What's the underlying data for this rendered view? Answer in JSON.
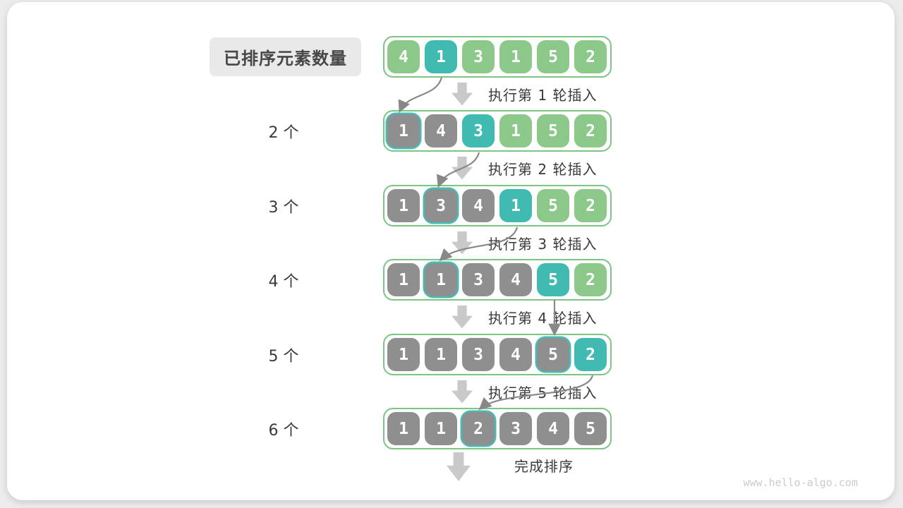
{
  "diagram": {
    "title_label": "已排序元素数量",
    "watermark": "www.hello-algo.com",
    "final_caption": "完成排序",
    "captions": [
      "执行第 1 轮插入",
      "执行第 2 轮插入",
      "执行第 3 轮插入",
      "执行第 4 轮插入",
      "执行第 5 轮插入"
    ],
    "rows": [
      {
        "label": "",
        "cells": [
          {
            "value": "4",
            "state": "green"
          },
          {
            "value": "1",
            "state": "teal"
          },
          {
            "value": "3",
            "state": "green"
          },
          {
            "value": "1",
            "state": "green"
          },
          {
            "value": "5",
            "state": "green"
          },
          {
            "value": "2",
            "state": "green"
          }
        ]
      },
      {
        "label": "2 个",
        "cells": [
          {
            "value": "1",
            "state": "gray inserted"
          },
          {
            "value": "4",
            "state": "gray"
          },
          {
            "value": "3",
            "state": "teal"
          },
          {
            "value": "1",
            "state": "green"
          },
          {
            "value": "5",
            "state": "green"
          },
          {
            "value": "2",
            "state": "green"
          }
        ]
      },
      {
        "label": "3 个",
        "cells": [
          {
            "value": "1",
            "state": "gray"
          },
          {
            "value": "3",
            "state": "gray inserted"
          },
          {
            "value": "4",
            "state": "gray"
          },
          {
            "value": "1",
            "state": "teal"
          },
          {
            "value": "5",
            "state": "green"
          },
          {
            "value": "2",
            "state": "green"
          }
        ]
      },
      {
        "label": "4 个",
        "cells": [
          {
            "value": "1",
            "state": "gray"
          },
          {
            "value": "1",
            "state": "gray inserted"
          },
          {
            "value": "3",
            "state": "gray"
          },
          {
            "value": "4",
            "state": "gray"
          },
          {
            "value": "5",
            "state": "teal"
          },
          {
            "value": "2",
            "state": "green"
          }
        ]
      },
      {
        "label": "5 个",
        "cells": [
          {
            "value": "1",
            "state": "gray"
          },
          {
            "value": "1",
            "state": "gray"
          },
          {
            "value": "3",
            "state": "gray"
          },
          {
            "value": "4",
            "state": "gray"
          },
          {
            "value": "5",
            "state": "gray inserted"
          },
          {
            "value": "2",
            "state": "teal"
          }
        ]
      },
      {
        "label": "6 个",
        "cells": [
          {
            "value": "1",
            "state": "gray"
          },
          {
            "value": "1",
            "state": "gray"
          },
          {
            "value": "2",
            "state": "gray inserted"
          },
          {
            "value": "3",
            "state": "gray"
          },
          {
            "value": "4",
            "state": "gray"
          },
          {
            "value": "5",
            "state": "gray"
          }
        ]
      }
    ],
    "colors": {
      "cell_green": "#8cc88a",
      "cell_teal": "#41bab1",
      "cell_gray": "#8f8f8f",
      "inserted_outline": "#45bdb3",
      "array_border": "#7cc584",
      "block_arrow": "#c9c9c9",
      "connector": "#888888",
      "label_box_bg": "#e9e9e9",
      "text_dark": "#3a3a3a",
      "watermark": "#cbcbcb"
    }
  }
}
